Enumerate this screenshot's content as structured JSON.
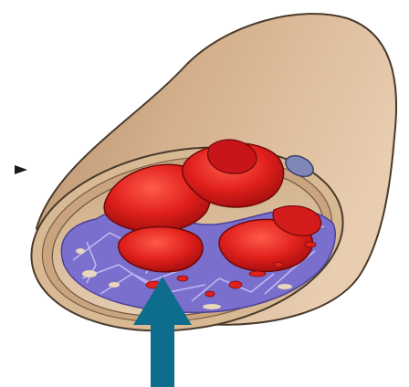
{
  "figure": {
    "subject": "blood-vessel-cross-section",
    "colors": {
      "vessel_wall": "#c8a27e",
      "vessel_wall_light": "#e3c5a5",
      "vessel_wall_shadow": "#a9815f",
      "lumen_lining": "#d9b994",
      "red_blood_cell": "#e0201c",
      "red_blood_cell_dark": "#a8100f",
      "fibrin_clot": "#7a6fcc",
      "fibrin_clot_dark": "#564ba8",
      "arrow": "#0e6c8d",
      "pointer": "#1a1a1a",
      "nucleus": "#7f86b8"
    },
    "icons": {
      "arrow": "up-arrow",
      "pointer": "right-triangle-pointer"
    }
  }
}
